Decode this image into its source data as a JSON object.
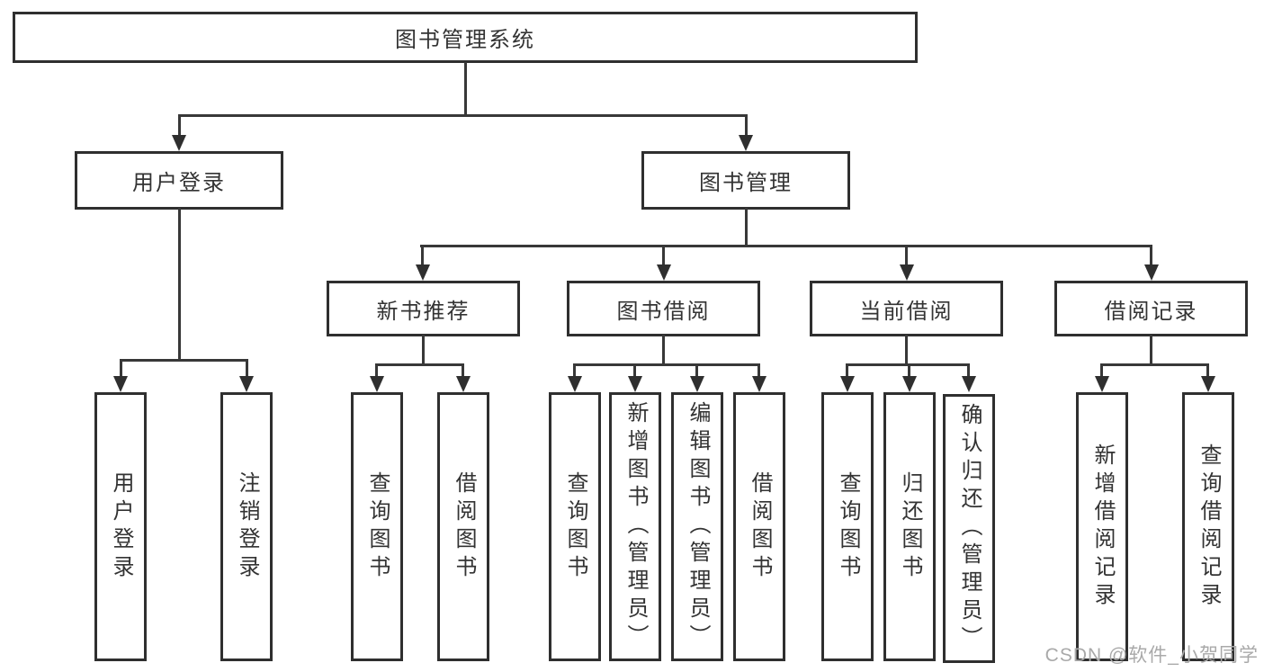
{
  "tree": {
    "root": {
      "label": "图书管理系统"
    },
    "branches": [
      {
        "label": "用户登录",
        "children": [
          {
            "label": "用户登录"
          },
          {
            "label": "注销登录"
          }
        ]
      },
      {
        "label": "图书管理",
        "children": [
          {
            "label": "新书推荐",
            "children": [
              {
                "label": "查询图书"
              },
              {
                "label": "借阅图书"
              }
            ]
          },
          {
            "label": "图书借阅",
            "children": [
              {
                "label": "查询图书"
              },
              {
                "label": "新增图书（管理员）"
              },
              {
                "label": "编辑图书（管理员）"
              },
              {
                "label": "借阅图书"
              }
            ]
          },
          {
            "label": "当前借阅",
            "children": [
              {
                "label": "查询图书"
              },
              {
                "label": "归还图书"
              },
              {
                "label": "确认归还（管理员）"
              }
            ]
          },
          {
            "label": "借阅记录",
            "children": [
              {
                "label": "新增借阅记录"
              },
              {
                "label": "查询借阅记录"
              }
            ]
          }
        ]
      }
    ]
  },
  "watermark": "CSDN @软件_小贺同学",
  "colors": {
    "line": "#383838",
    "box_border": "#2f2f2f",
    "text": "#333333",
    "watermark": "#a9a9a9",
    "background": "#ffffff"
  }
}
